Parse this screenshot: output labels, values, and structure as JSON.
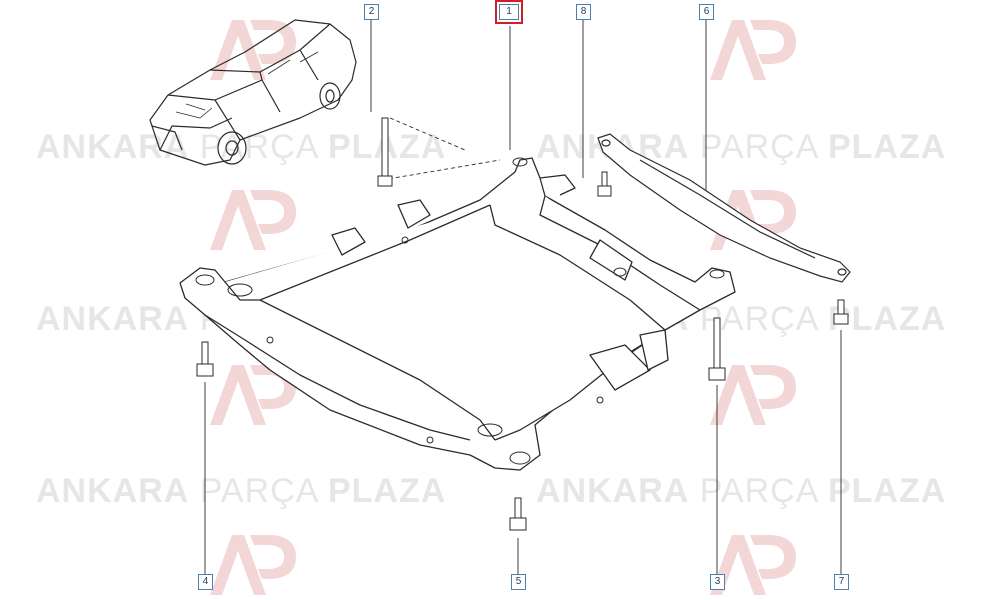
{
  "watermark": {
    "word1": "ANKARA",
    "word2": "PARÇA",
    "word3": "PLAZA",
    "logo_text": "AP",
    "color": "#e6e6e6",
    "logo_color": "#f3d6d6"
  },
  "callouts": [
    {
      "label": "1",
      "highlighted": true
    },
    {
      "label": "2",
      "highlighted": false
    },
    {
      "label": "8",
      "highlighted": false
    },
    {
      "label": "6",
      "highlighted": false
    },
    {
      "label": "4",
      "highlighted": false
    },
    {
      "label": "5",
      "highlighted": false
    },
    {
      "label": "3",
      "highlighted": false
    },
    {
      "label": "7",
      "highlighted": false
    }
  ],
  "colors": {
    "line": "#2b2b2b",
    "callout_border": "#4a7fb0",
    "highlight": "#d21f26"
  }
}
